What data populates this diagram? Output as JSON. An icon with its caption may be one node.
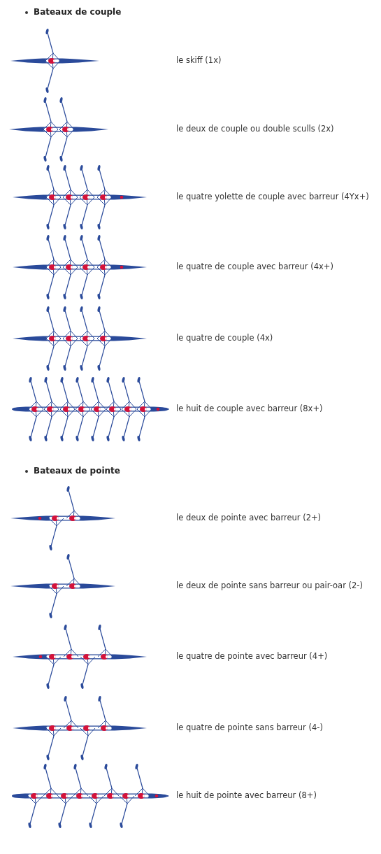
{
  "diagram": {
    "labels": [
      "Bateaux de couple",
      "le skiff (1x)",
      "le deux de couple ou double sculls (2x)",
      "le quatre yolette de couple avec barreur (4Yx+)",
      "le quatre de couple avec barreur (4x+)",
      "le quatre de couple (4x)",
      "le huit de couple avec barreur (8x+)",
      "Bateaux de pointe",
      "le deux de pointe avec barreur (2+)",
      "le deux de pointe sans barreur ou pair-oar (2-)",
      "le quatre de pointe avec barreur (4+)",
      "le quatre de pointe sans barreur (4-)",
      "le huit de pointe avec barreur (8+)"
    ]
  }
}
